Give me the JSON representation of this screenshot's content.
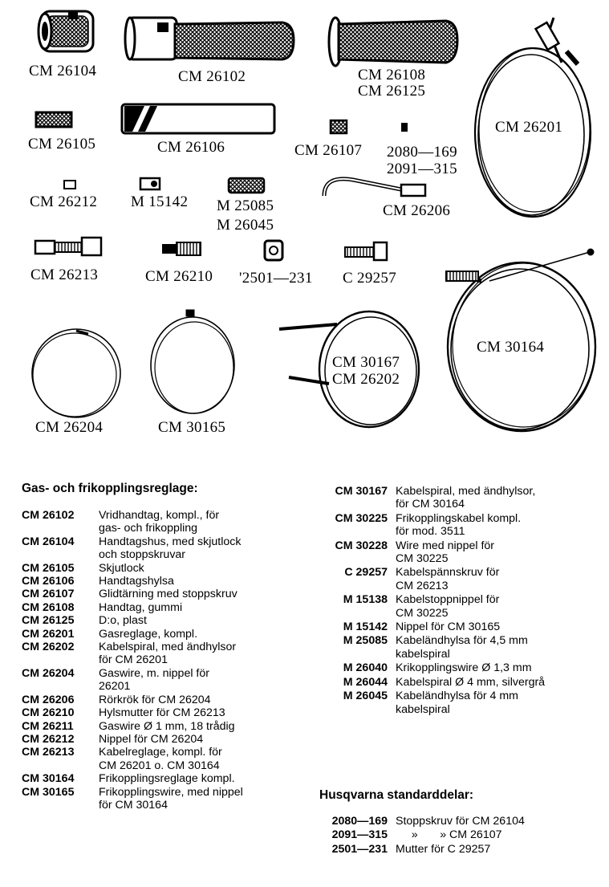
{
  "figure_labels": {
    "cm26104": "CM 26104",
    "cm26102": "CM 26102",
    "cm26108": "CM 26108",
    "cm26125": "CM 26125",
    "cm26201": "CM 26201",
    "cm26105": "CM 26105",
    "cm26106": "CM 26106",
    "cm26107": "CM 26107",
    "p2080": "2080—169",
    "p2091": "2091—315",
    "cm26212": "CM 26212",
    "m15142": "M 15142",
    "m25085": "M 25085",
    "m26045": "M 26045",
    "cm26206": "CM 26206",
    "cm26213": "CM 26213",
    "cm26210": "CM 26210",
    "p2501": "'2501—231",
    "c29257": "C 29257",
    "cm30164": "CM 30164",
    "cm30167": "CM 30167",
    "cm26202": "CM 26202",
    "cm26204": "CM 26204",
    "cm30165": "CM 30165"
  },
  "section_gas": "Gas- och frikopplingsreglage:",
  "section_std": "Husqvarna standarddelar:",
  "left_parts": [
    {
      "code": "CM 26102",
      "desc": "Vridhandtag, kompl., för\ngas- och frikoppling"
    },
    {
      "code": "CM 26104",
      "desc": "Handtagshus, med skjutlock\noch stoppskruvar"
    },
    {
      "code": "CM 26105",
      "desc": "Skjutlock"
    },
    {
      "code": "CM 26106",
      "desc": "Handtagshylsa"
    },
    {
      "code": "CM 26107",
      "desc": "Glidtärning med stoppskruv"
    },
    {
      "code": "CM 26108",
      "desc": "Handtag, gummi"
    },
    {
      "code": "CM 26125",
      "desc": "D:o, plast"
    },
    {
      "code": "CM 26201",
      "desc": "Gasreglage, kompl."
    },
    {
      "code": "CM 26202",
      "desc": "Kabelspiral, med ändhylsor\nför CM 26201"
    },
    {
      "code": "CM 26204",
      "desc": "Gaswire, m. nippel för\n26201"
    },
    {
      "code": "CM 26206",
      "desc": "Rörkrök för CM 26204"
    },
    {
      "code": "CM 26210",
      "desc": "Hylsmutter för CM 26213"
    },
    {
      "code": "CM 26211",
      "desc": "Gaswire Ø 1 mm, 18 trådig"
    },
    {
      "code": "CM 26212",
      "desc": "Nippel för CM 26204"
    },
    {
      "code": "CM 26213",
      "desc": "Kabelreglage, kompl. för\nCM 26201 o. CM 30164"
    },
    {
      "code": "CM 30164",
      "desc": "Frikopplingsreglage kompl."
    },
    {
      "code": "CM 30165",
      "desc": "Frikopplingswire, med nippel\nför CM 30164"
    }
  ],
  "right_parts": [
    {
      "code": "CM 30167",
      "desc": "Kabelspiral, med ändhylsor,\nför CM 30164"
    },
    {
      "code": "CM 30225",
      "desc": "Frikopplingskabel kompl.\nför mod. 3511"
    },
    {
      "code": "CM 30228",
      "desc": "Wire med nippel för\nCM 30225"
    },
    {
      "code": "C 29257",
      "desc": "Kabelspännskruv för\nCM 26213"
    },
    {
      "code": "M 15138",
      "desc": "Kabelstoppnippel för\nCM 30225"
    },
    {
      "code": "M 15142",
      "desc": "Nippel för CM 30165"
    },
    {
      "code": "M 25085",
      "desc": "Kabeländhylsa för 4,5 mm\nkabelspiral"
    },
    {
      "code": "M 26040",
      "desc": "Krikopplingswire Ø 1,3 mm"
    },
    {
      "code": "M 26044",
      "desc": "Kabelspiral Ø 4 mm, silvergrå"
    },
    {
      "code": "M 26045",
      "desc": "Kabeländhylsa för 4 mm\nkabelspiral"
    }
  ],
  "std_parts": [
    {
      "code": "2080—169",
      "desc": "Stoppskruv för CM 26104"
    },
    {
      "code": "2091—315",
      "desc": "     »       » CM 26107"
    },
    {
      "code": "2501—231",
      "desc": "Mutter för C 29257"
    }
  ]
}
